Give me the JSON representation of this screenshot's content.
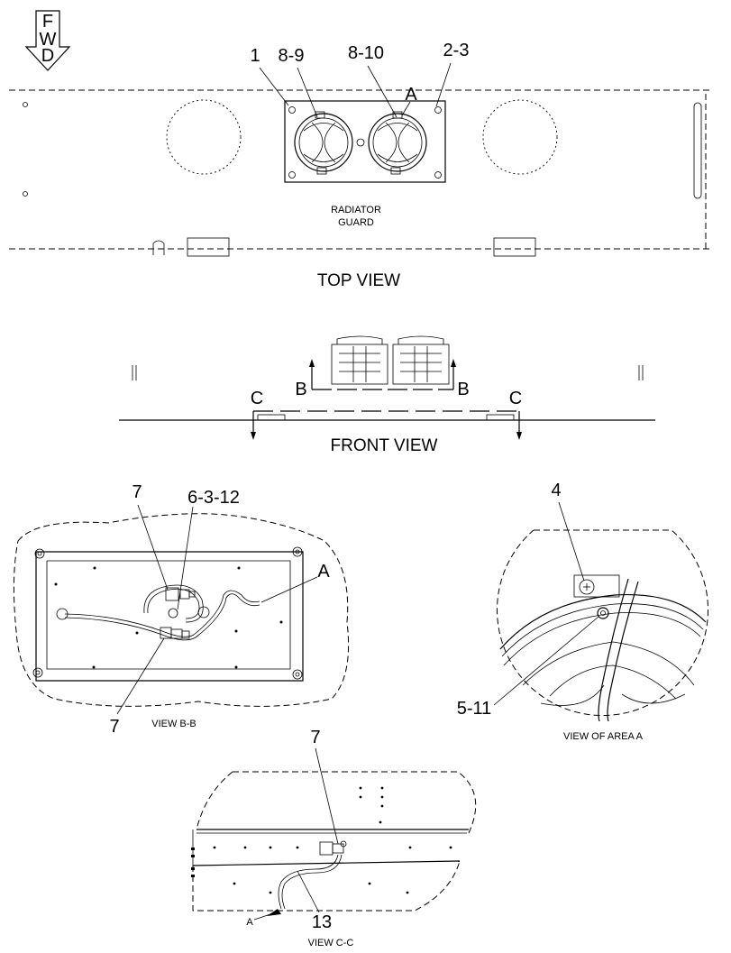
{
  "fwd_arrow": {
    "letters": [
      "F",
      "W",
      "D"
    ]
  },
  "top_view": {
    "title": "TOP VIEW",
    "guard_label_line1": "RADIATOR",
    "guard_label_line2": "GUARD",
    "callouts": [
      "1",
      "8-9",
      "8-10",
      "2-3",
      "A"
    ]
  },
  "front_view": {
    "title": "FRONT VIEW",
    "section_b": "B",
    "section_c": "C"
  },
  "view_bb": {
    "title": "VIEW B-B",
    "callouts": [
      "7",
      "6-3-12",
      "A",
      "7"
    ]
  },
  "view_area_a": {
    "title": "VIEW OF AREA  A",
    "callouts": [
      "4",
      "5-11"
    ]
  },
  "view_cc": {
    "title": "VIEW C-C",
    "callouts": [
      "7",
      "13",
      "A"
    ]
  }
}
